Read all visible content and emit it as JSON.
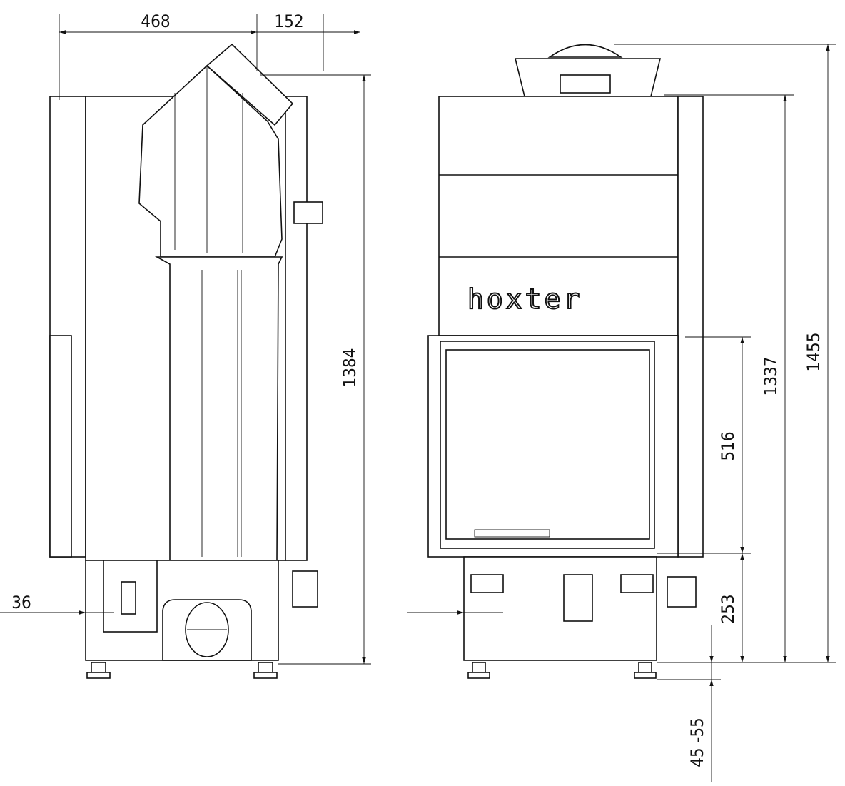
{
  "title": "Fireplace insert dimensional drawing",
  "brand_logo": "hoxter",
  "side_view": {
    "dimensions": {
      "depth": "468",
      "flue_offset": "152",
      "height": "1384",
      "wall_offset": "36"
    }
  },
  "front_view": {
    "dimensions": {
      "total_height": "1455",
      "body_height": "1337",
      "door_height": "516",
      "base_height": "253",
      "feet_adjust": "45 -55"
    }
  },
  "colors": {
    "line": "#111111",
    "background": "#ffffff"
  }
}
